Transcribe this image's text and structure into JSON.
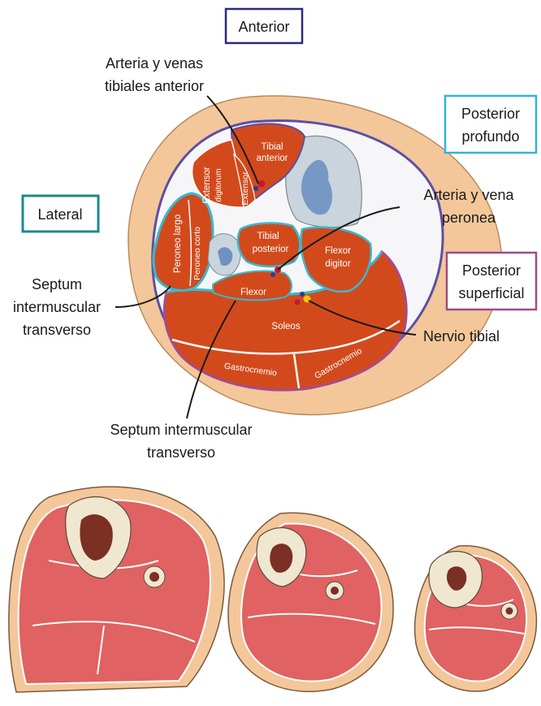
{
  "colors": {
    "skin": "#f3c79a",
    "skin_edge": "#b98a5a",
    "muscle": "#d24a1c",
    "deep_fascia": "#3ab8cf",
    "superficial_fascia": "#a64a8e",
    "outer_fascia": "#5d4fa4",
    "bone": "#c9d4dc",
    "marrow": "#6e91c2",
    "anterior_box": "#2a2a7a",
    "lateral_box": "#1c8a8a",
    "posterior_deep_box": "#33b3dc",
    "posterior_superficial_box": "#a04a8a",
    "section_muscle": "#e06262",
    "section_bone": "#efe7cf",
    "section_marrow": "#7b2f25"
  },
  "compartments": {
    "anterior": "Anterior",
    "lateral": "Lateral",
    "posterior_deep_line1": "Posterior",
    "posterior_deep_line2": "profundo",
    "posterior_superficial_line1": "Posterior",
    "posterior_superficial_line2": "superficial"
  },
  "labels": {
    "anterior_vessels_line1": "Arteria y venas",
    "anterior_vessels_line2": "tibiales anterior",
    "peroneal_vessels_line1": "Arteria y vena",
    "peroneal_vessels_line2": "peronea",
    "septum_left_line1": "Septum",
    "septum_left_line2": "intermuscular",
    "septum_left_line3": "transverso",
    "tibial_nerve": "Nervio tibial",
    "septum_bottom_line1": "Septum intermuscular",
    "septum_bottom_line2": "transverso"
  },
  "muscles": {
    "tibial_anterior_line1": "Tibial",
    "tibial_anterior_line2": "anterior",
    "extensor_digitorum_line1": "Extensor",
    "extensor_digitorum_line2": "digitorum",
    "extensor": "Extensor",
    "peroneo_largo": "Peroneo largo",
    "peroneo_corto": "Peroneo corto",
    "tibial_posterior_line1": "Tibial",
    "tibial_posterior_line2": "posterior",
    "flexor_digitor_line1": "Flexor",
    "flexor_digitor_line2": "digitor",
    "flexor": "Flexor",
    "soleos": "Soleos",
    "gastrocnemio_left": "Gastrocnemio",
    "gastrocnemio_right": "Gastrocnemio"
  }
}
